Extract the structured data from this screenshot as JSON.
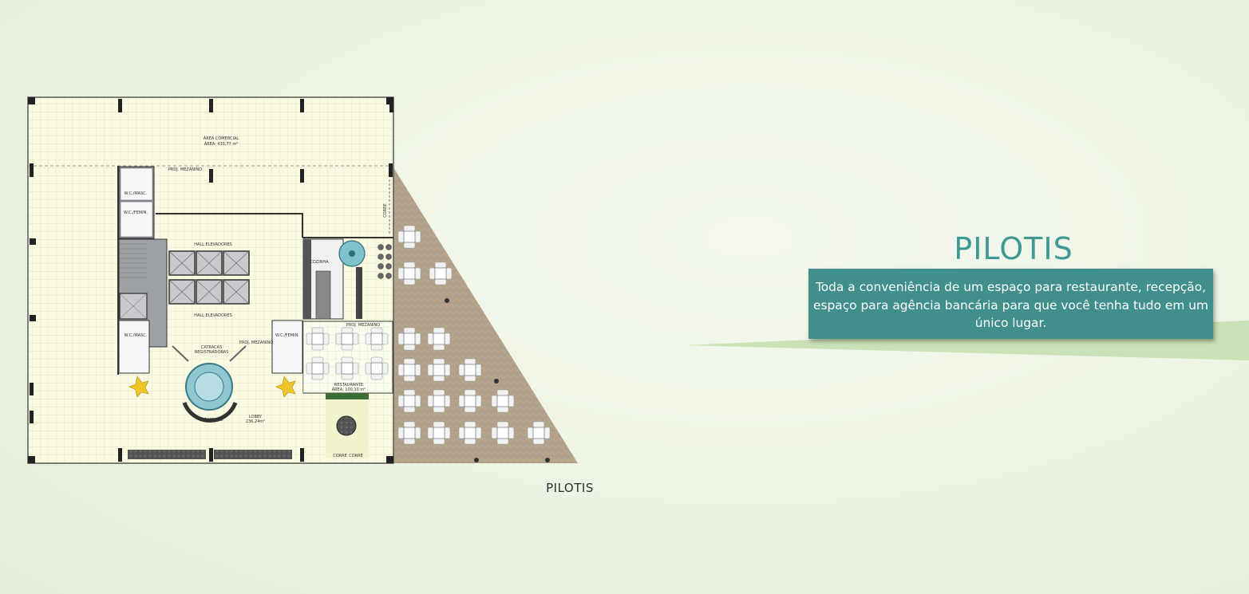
{
  "page": {
    "caption": "PILOTIS",
    "title": "PILOTIS",
    "description": "Toda a conveniência de um espaço para restaurante, recepção, espaço para agência bancária para que você tenha tudo em um único lugar."
  },
  "plan_labels": {
    "area_comercial": "ÁREA COMERCIAL",
    "area_comercial_value": "ÁREA: 435,77 m²",
    "proj_mezanino_top": "PROJ. MEZANINO",
    "wc_masc_top": "W.C./MASC.",
    "wc_femin_top": "W.C./FEMIN.",
    "hall_elevadores_top": "HALL ELEVADORES",
    "hall_elevadores_bottom": "HALL ELEVADORES",
    "cozinha": "COZINHA",
    "proj_mezanino_rest": "PROJ. MEZANINO",
    "wc_masc_bottom": "W.C./MASC.",
    "wc_femin_bottom": "W.C./FEMIN.",
    "catracas": "CATRACAS",
    "registradoras": "REGISTRADORAS",
    "proj_mezanino_lobby": "PROJ. MEZANINO",
    "restaurante": "RESTAURANTE",
    "restaurante_area": "ÁREA: 100,10 m²",
    "lobby": "LOBBY",
    "lobby_area": "236,24m²",
    "recepcao": "RECEPÇÃO",
    "corre_1": "CORRE",
    "corre_2": "CORRE",
    "corre_side": "CORRE"
  },
  "colors": {
    "accent": "#418f8b",
    "title": "#3f9a93",
    "plan_floor": "#fbfbe4",
    "grid_line": "#dcdcc0",
    "terrace": "#b5a48c",
    "sweep": "#bcd7a6"
  }
}
